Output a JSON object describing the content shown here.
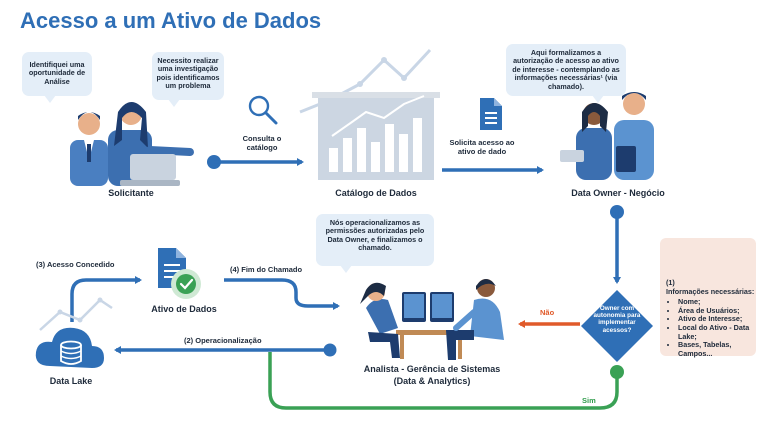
{
  "title": "Acesso a um Ativo de Dados",
  "bubbles": {
    "opportunity": "Identifiquei uma oportunidade de Análise",
    "investigation": "Necessito realizar uma investigação pois identificamos um problema",
    "formalize": "Aqui formalizamos a autorização de acesso ao ativo de interesse - contemplando as informações necessárias¹ (via chamado).",
    "operationalize": "Nós operacionalizamos as permissões autorizadas pelo Data Owner, e finalizamos o chamado."
  },
  "nodes": {
    "requester": "Solicitante",
    "catalog": "Catálogo de Dados",
    "data_owner": "Data Owner - Negócio",
    "asset": "Ativo de Dados",
    "data_lake": "Data Lake",
    "analyst_line1": "Analista - Gerência de Sistemas",
    "analyst_line2": "(Data & Analytics)"
  },
  "flow_labels": {
    "consult": "Consulta o catálogo",
    "request": "Solicita acesso ao ativo de dado",
    "access_granted": "(3) Acesso Concedido",
    "end_ticket": "(4) Fim do Chamado",
    "operationalization": "(2) Operacionalização",
    "no": "Não",
    "yes": "Sim"
  },
  "decision": "Owner com autonomia para implementar acessos?",
  "info_box": {
    "title": "(1)",
    "heading": "Informações necessárias:",
    "items": [
      "Nome;",
      "Área de Usuários;",
      "Ativo de Interesse;",
      "Local do Ativo - Data Lake;",
      "Bases, Tabelas, Campos..."
    ]
  },
  "icons": {
    "magnifier": "search-icon",
    "document": "document-icon",
    "warning": "warning-icon",
    "database": "database-icon",
    "check": "check-icon"
  },
  "colors": {
    "primary": "#2f6fb6",
    "flow_blue": "#2f6fb6",
    "yes_green": "#3aa155",
    "no_orange": "#e05a2a",
    "warning_red": "#e0542a",
    "bubble": "#e4eef8",
    "info_bg": "#f8e6de"
  }
}
